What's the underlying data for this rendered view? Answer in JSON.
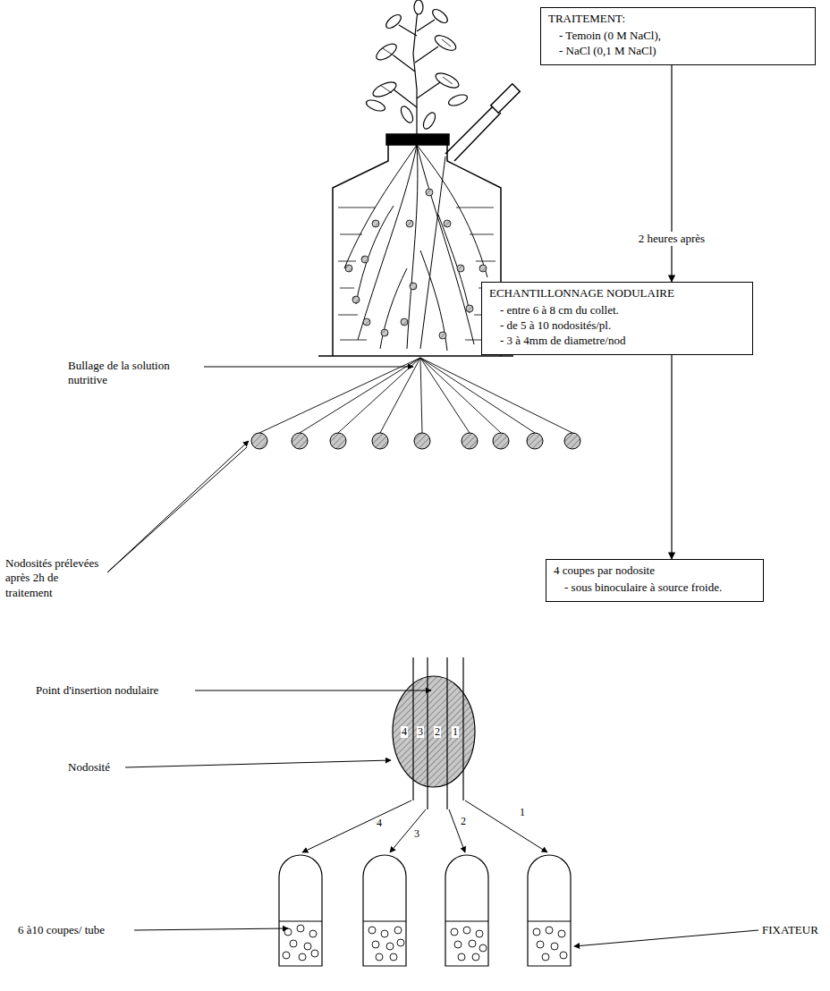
{
  "diagram": {
    "nodes": [
      {
        "text": [
          "TRAITEMENT:",
          "- Temoin (0 M NaCl),",
          "- NaCl (0,1 M NaCl)"
        ]
      },
      {
        "text": [
          "ECHANTILLONNAGE NODULAIRE",
          "- entre 6 à 8 cm du collet.",
          "- de 5 à 10 nodosités/pl.",
          "- 3 à 4mm de diametre/nod"
        ]
      },
      {
        "text": [
          "4 coupes par nodosite",
          "- sous binoculaire à source froide."
        ]
      }
    ],
    "edges": [
      {
        "from": 0,
        "to": 1,
        "label": "2 heures après",
        "arrow": "to"
      },
      {
        "from": 1,
        "to": 2,
        "arrow": "to"
      }
    ],
    "labels": [
      "Bullage de la solution nutritive",
      "Nodosités prélevées après 2h de traitement",
      "Point d'insertion nodulaire",
      "Nodosité",
      "4",
      "3",
      "2",
      "1",
      "4",
      "3",
      "2",
      "1",
      "6 à10 coupes/ tube",
      "FIXATEUR"
    ]
  }
}
